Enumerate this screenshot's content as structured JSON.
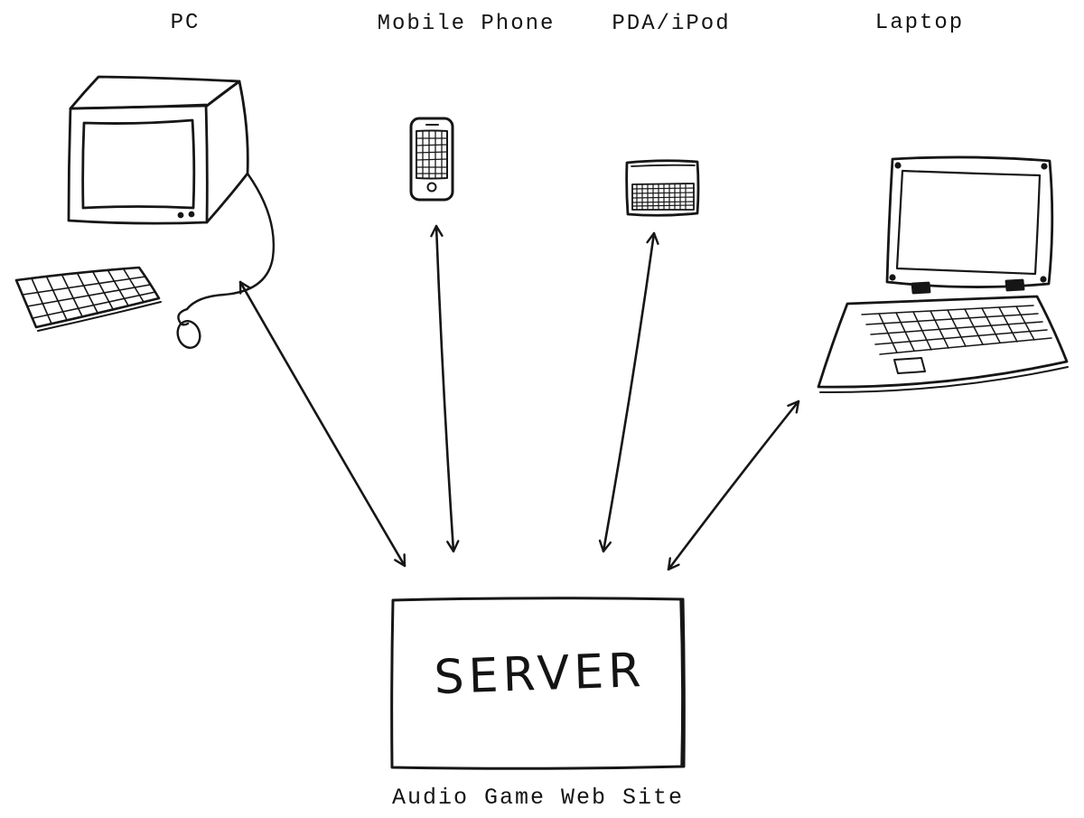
{
  "devices": [
    {
      "id": "pc",
      "label": "PC"
    },
    {
      "id": "mobile-phone",
      "label": "Mobile Phone"
    },
    {
      "id": "pda-ipod",
      "label": "PDA/iPod"
    },
    {
      "id": "laptop",
      "label": "Laptop"
    }
  ],
  "server": {
    "label": "SERVER",
    "caption": "Audio Game Web Site"
  },
  "connections": [
    {
      "from": "pc",
      "to": "server",
      "type": "bidirectional-arrow"
    },
    {
      "from": "mobile-phone",
      "to": "server",
      "type": "bidirectional-arrow"
    },
    {
      "from": "pda-ipod",
      "to": "server",
      "type": "bidirectional-arrow"
    },
    {
      "from": "laptop",
      "to": "server",
      "type": "bidirectional-arrow"
    }
  ],
  "colors": {
    "ink": "#161616",
    "paper": "#ffffff"
  }
}
